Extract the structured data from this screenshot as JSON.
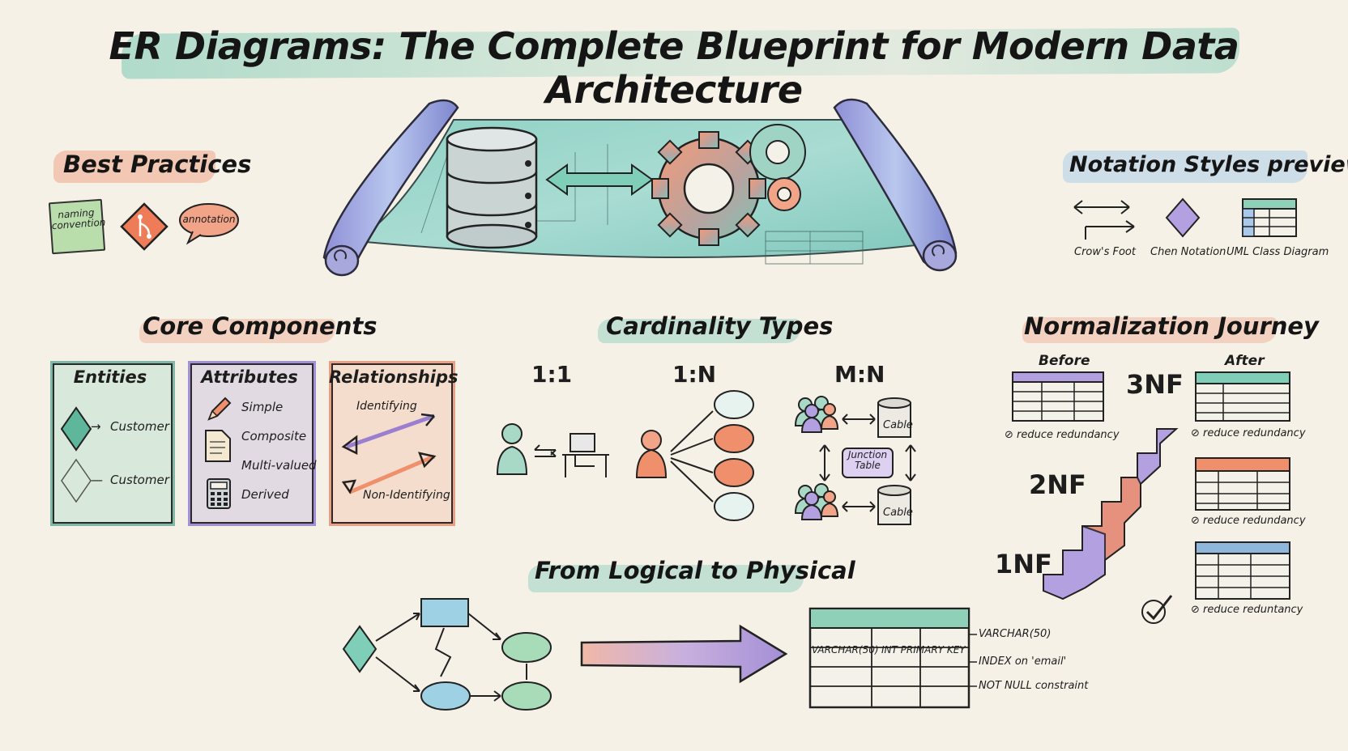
{
  "title": "ER Diagrams: The Complete Blueprint for Modern Data Architecture",
  "best_practices": {
    "heading": "Best Practices",
    "note": "naming convention",
    "bubble": "annotation"
  },
  "notation": {
    "heading": "Notation Styles preview",
    "items": [
      "Crow's Foot",
      "Chen Notation",
      "UML Class Diagram"
    ]
  },
  "core": {
    "heading": "Core Components",
    "entities": {
      "label": "Entities",
      "items": [
        "Customer",
        "Customer"
      ]
    },
    "attributes": {
      "label": "Attributes",
      "items": [
        "Simple",
        "Composite",
        "Multi-valued",
        "Derived"
      ]
    },
    "relationships": {
      "label": "Relationships",
      "items": [
        "Identifying",
        "Non-Identifying"
      ]
    }
  },
  "cardinality": {
    "heading": "Cardinality Types",
    "types": [
      "1:1",
      "1:N",
      "M:N"
    ],
    "junction": "Junction Table",
    "db_top": "Cable",
    "db_bottom": "Cable"
  },
  "normalization": {
    "heading": "Normalization Journey",
    "before": "Before",
    "after": "After",
    "levels": [
      "3NF",
      "2NF",
      "1NF"
    ],
    "reduce": [
      "reduce redundancy",
      "reduce redundancy",
      "reduce redundancy",
      "reduce reduntancy"
    ]
  },
  "logical": {
    "heading": "From Logical to Physical",
    "col1": "VARCHAR(50)",
    "col2": "INT PRIMARY KEY",
    "notes": [
      "VARCHAR(50)",
      "INDEX on 'email'",
      "NOT NULL constraint"
    ]
  },
  "colors": {
    "teal": "#7fcfb8",
    "orange": "#ef8f6c",
    "purple": "#a48fd6",
    "blue": "#8fb7dc"
  }
}
